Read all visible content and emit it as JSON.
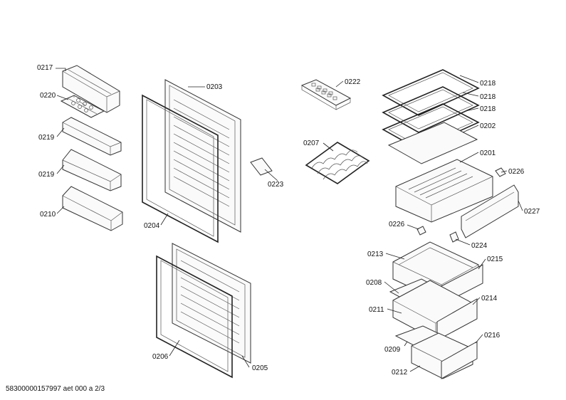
{
  "footer_text": "58300000157997 aet 000 a 2/3",
  "parts": [
    {
      "id": "0217"
    },
    {
      "id": "0220"
    },
    {
      "id": "0219a",
      "label": "0219"
    },
    {
      "id": "0219b",
      "label": "0219"
    },
    {
      "id": "0210"
    },
    {
      "id": "0203"
    },
    {
      "id": "0204"
    },
    {
      "id": "0223"
    },
    {
      "id": "0206"
    },
    {
      "id": "0205"
    },
    {
      "id": "0222"
    },
    {
      "id": "0207"
    },
    {
      "id": "0218a",
      "label": "0218"
    },
    {
      "id": "0218b",
      "label": "0218"
    },
    {
      "id": "0218c",
      "label": "0218"
    },
    {
      "id": "0202"
    },
    {
      "id": "0201"
    },
    {
      "id": "0226a",
      "label": "0226"
    },
    {
      "id": "0226b",
      "label": "0226"
    },
    {
      "id": "0227"
    },
    {
      "id": "0224"
    },
    {
      "id": "0213"
    },
    {
      "id": "0215"
    },
    {
      "id": "0208"
    },
    {
      "id": "0214"
    },
    {
      "id": "0211"
    },
    {
      "id": "0209"
    },
    {
      "id": "0216"
    },
    {
      "id": "0212"
    }
  ]
}
